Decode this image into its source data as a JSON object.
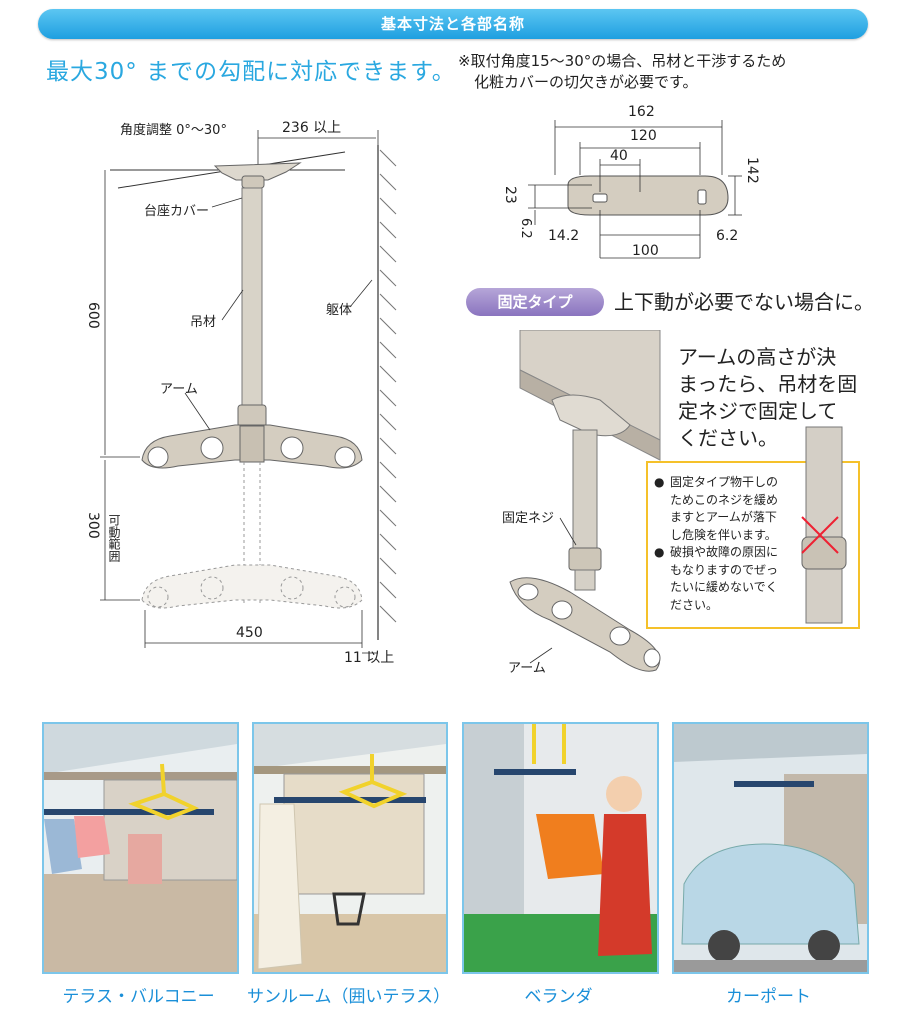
{
  "header": {
    "title": "基本寸法と各部名称"
  },
  "headline": "最大30° までの勾配に対応できます。",
  "notes": {
    "line1": "※取付角度15～30°の場合、吊材と干渉するため",
    "line2": "化粧カバーの切欠きが必要です。"
  },
  "main_diagram": {
    "angle_label": "角度調整 0°～30°",
    "dim_236": "236 以上",
    "base_cover_label": "台座カバー",
    "hanger_label": "吊材",
    "body_label": "躯体",
    "arm_label": "アーム",
    "dim_600": "600",
    "dim_300": "300",
    "movable_label": "可動範囲",
    "dim_450": "450",
    "dim_11": "11 以上"
  },
  "base_diagram": {
    "dim_162": "162",
    "dim_120": "120",
    "dim_40": "40",
    "dim_142": "142",
    "dim_23": "23",
    "dim_62a": "6.2",
    "dim_142b": "14.2",
    "dim_100": "100",
    "dim_62b": "6.2"
  },
  "fixed_type": {
    "badge": "固定タイプ",
    "desc": "上下動が必要でない場合に。",
    "instruction": [
      "アームの高さが決",
      "まったら、吊材を固",
      "定ネジで固定して",
      "ください。"
    ],
    "screw_label": "固定ネジ",
    "arm_label": "アーム",
    "warnings": [
      [
        "固定タイプ物干しの",
        "ためこのネジを緩め",
        "ますとアームが落下",
        "し危険を伴います。"
      ],
      [
        "破損や故障の原因に",
        "もなりますのでぜっ",
        "たいに緩めないでく",
        "ださい。"
      ]
    ],
    "bullet": "●"
  },
  "scenes": [
    {
      "caption": "テラス・バルコニー"
    },
    {
      "caption": "サンルーム（囲いテラス）"
    },
    {
      "caption": "ベランダ"
    },
    {
      "caption": "カーポート"
    }
  ]
}
